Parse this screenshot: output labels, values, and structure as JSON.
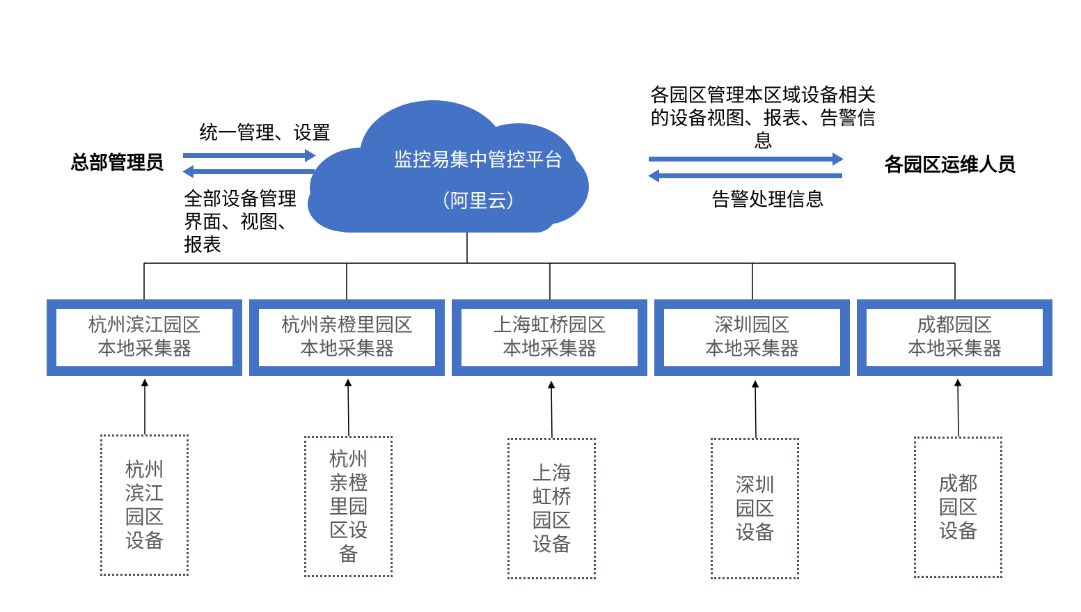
{
  "colors": {
    "accent": "#4472C4",
    "device_border": "#44546A",
    "collector_text": "#595959",
    "line": "#000000"
  },
  "platform": {
    "name": "监控易集中管控平台",
    "host": "（阿里云）"
  },
  "hq": {
    "actor": "总部管理员",
    "to_platform": "统一管理、设置",
    "from_platform": "全部设备管理界面、视图、报表"
  },
  "park_ops": {
    "actor": "各园区运维人员",
    "from_platform": "各园区管理本区域设备相关的设备视图、报表、告警信息",
    "to_platform": "告警处理信息"
  },
  "collectors": [
    {
      "line1": "杭州滨江园区",
      "line2": "本地采集器"
    },
    {
      "line1": "杭州亲橙里园区",
      "line2": "本地采集器"
    },
    {
      "line1": "上海虹桥园区",
      "line2": "本地采集器"
    },
    {
      "line1": "深圳园区",
      "line2": "本地采集器"
    },
    {
      "line1": "成都园区",
      "line2": "本地采集器"
    }
  ],
  "devices": [
    {
      "label": "杭州滨江园区设备"
    },
    {
      "label": "杭州亲橙里园区设备"
    },
    {
      "label": "上海虹桥园区设备"
    },
    {
      "label": "深圳园区设备"
    },
    {
      "label": "成都园区设备"
    }
  ]
}
